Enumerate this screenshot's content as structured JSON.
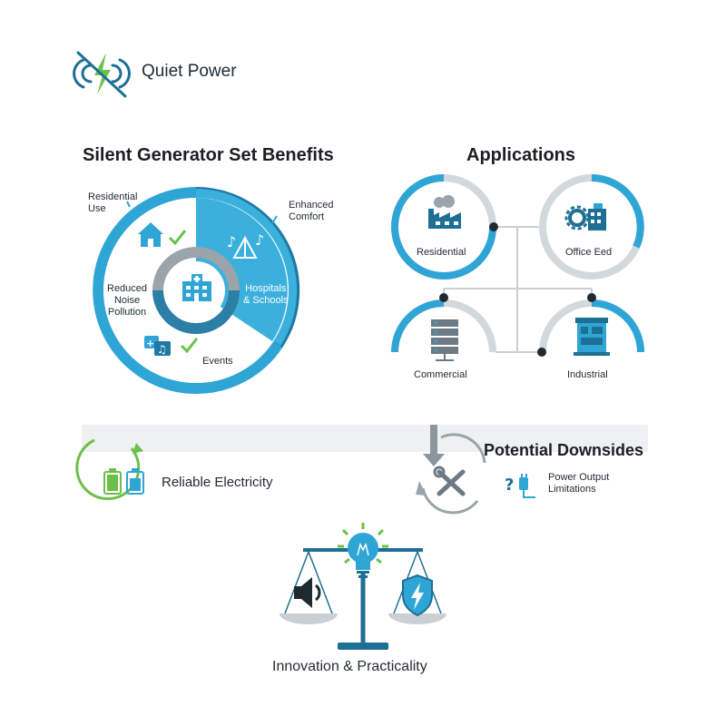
{
  "brand": {
    "name": "Quiet Power"
  },
  "benefits": {
    "title": "Silent Generator Set Benefits",
    "items": {
      "residential_use": "Residential\nUse",
      "enhanced_comfort": "Enhanced\nComfort",
      "reduced_noise": "Reduced\nNoise\nPollution",
      "hospitals_schools": "Hospitals\n& Schools",
      "events": "Events"
    }
  },
  "applications": {
    "title": "Applications",
    "items": [
      "Residential",
      "Office Eed",
      "Commercial",
      "Industrial"
    ]
  },
  "reliable": {
    "label": "Reliable Electricity"
  },
  "downsides": {
    "title": "Potential Downsides",
    "item": "Power Output\nLimitations"
  },
  "balance": {
    "label": "Innovation & Practicality"
  },
  "colors": {
    "blue": "#2fa5d6",
    "navy": "#1e6f95",
    "green": "#6cc04a",
    "gray": "#9aa4aa",
    "light_gray": "#c9cfd3"
  }
}
